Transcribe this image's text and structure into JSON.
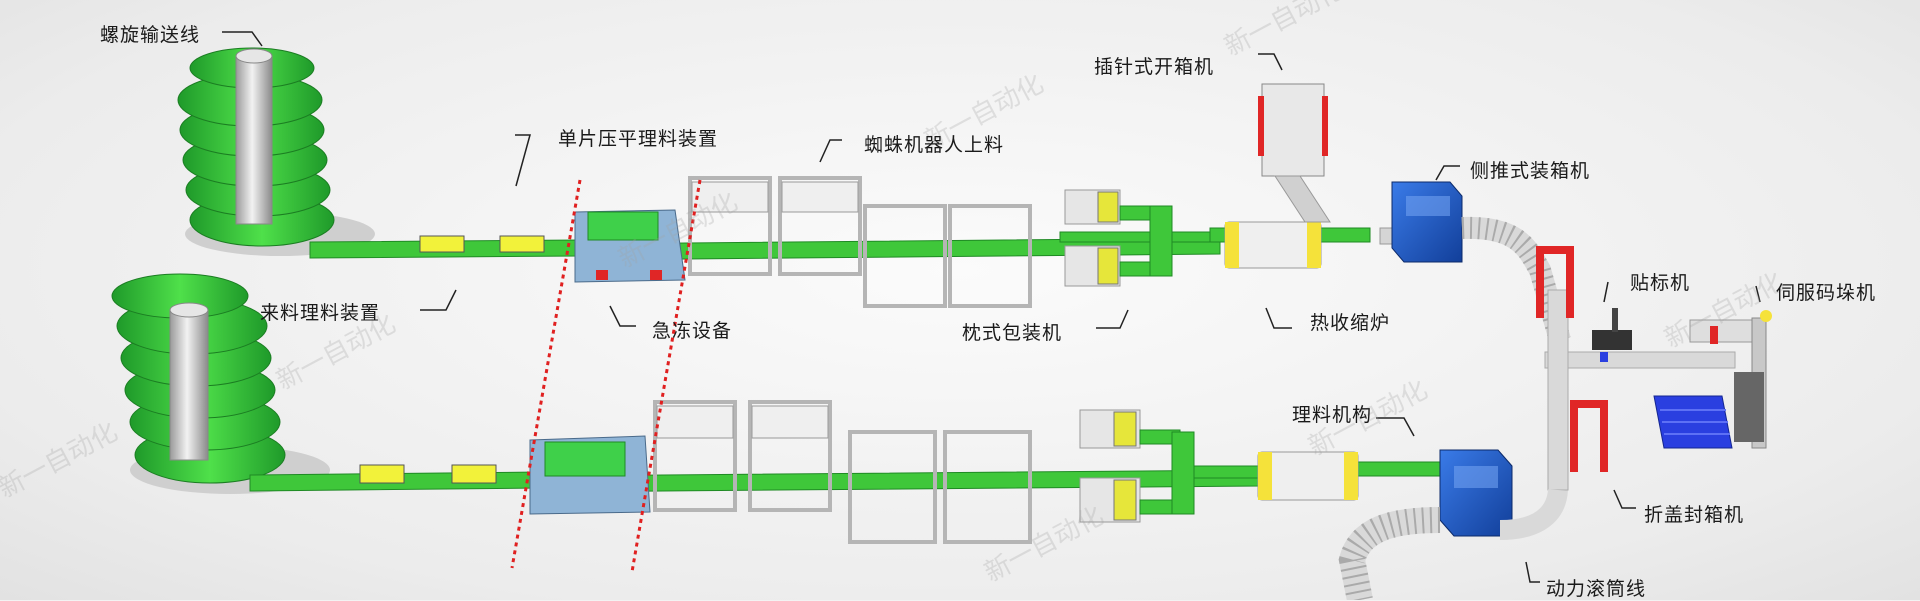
{
  "labels": {
    "spiral_conveyor": "螺旋输送线",
    "incoming_sorting": "来料理料装置",
    "single_press": "单片压平理料装置",
    "quick_freeze": "急冻设备",
    "spider_robot": "蜘蛛机器人上料",
    "pillow_packer": "枕式包装机",
    "pin_case_erector": "插针式开箱机",
    "heat_shrink": "热收缩炉",
    "side_push_packer": "侧推式装箱机",
    "labeler": "贴标机",
    "servo_palletizer": "伺服码垛机",
    "sorting_mechanism": "理料机构",
    "flap_sealer": "折盖封箱机",
    "roller_line": "动力滚筒线"
  },
  "watermark": "新一自动化",
  "colors": {
    "conveyor_green": "#3fc73a",
    "spiral_green": "#35c23a",
    "frame_gray": "#d8d8d8",
    "box_yellow": "#f2f23a",
    "freezer_blue": "#8fb4d6",
    "packer_blue": "#1d5fd0",
    "pallet_blue": "#2a3fe0",
    "robot_red": "#e02626",
    "boundary_red": "#e02020"
  }
}
